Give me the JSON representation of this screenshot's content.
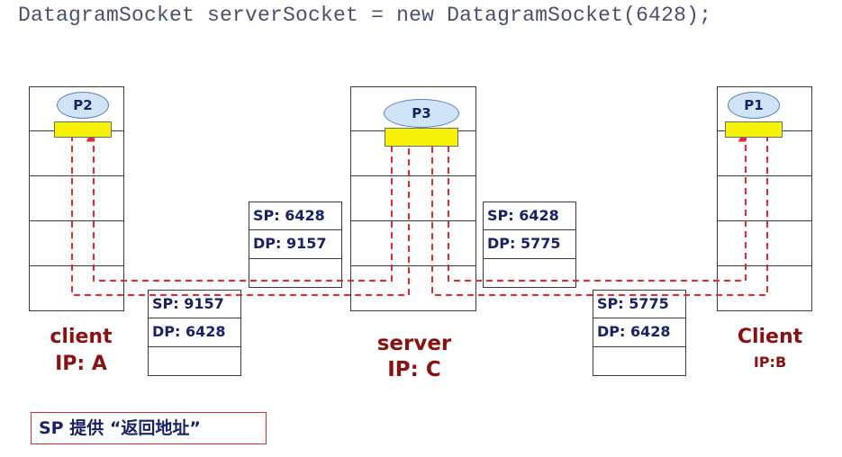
{
  "code_line": "DatagramSocket serverSocket = new DatagramSocket(6428);",
  "hosts": {
    "client_a": {
      "process": "P2",
      "name": "client",
      "ip": "IP: A"
    },
    "server": {
      "process": "P3",
      "name": "server",
      "ip": "IP: C"
    },
    "client_b": {
      "process": "P1",
      "name": "Client",
      "ip": "IP:B"
    }
  },
  "segments": {
    "a_to_server": {
      "sp": "SP: 9157",
      "dp": "DP: 6428"
    },
    "server_to_a": {
      "sp": "SP: 6428",
      "dp": "DP: 9157"
    },
    "server_to_b": {
      "sp": "SP: 6428",
      "dp": "DP: 5775"
    },
    "b_to_server": {
      "sp": "SP: 5775",
      "dp": "DP: 6428"
    }
  },
  "note": "SP 提供 “返回地址”",
  "colors": {
    "arrow": "#e8282a",
    "socket": "#f6f20a",
    "process_fill": "#cfe4f7",
    "label": "#8b1010",
    "text": "#1a2266"
  }
}
